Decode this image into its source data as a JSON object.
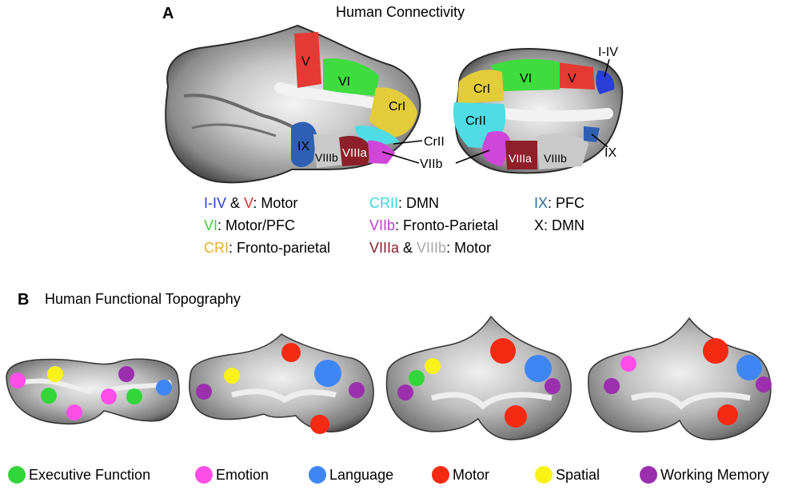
{
  "panel_a": {
    "letter": "A",
    "title": "Human Connectivity",
    "left_labels": {
      "v": "V",
      "vi": "VI",
      "cri": "CrI",
      "crii": "CrII",
      "ix": "IX",
      "viiib": "VIIIb",
      "viiia": "VIIIa",
      "viib": "VIIb"
    },
    "right_labels": {
      "i_iv": "I-IV",
      "cri": "CrI",
      "vi": "VI",
      "v": "V",
      "crii": "CrII",
      "viiia": "VIIIa",
      "viiib": "VIIIb",
      "ix": "IX"
    },
    "legend": {
      "row1": [
        {
          "a": "I-IV",
          "a_color": "#2a3fd6",
          "mid": " & ",
          "b": "V",
          "b_color": "#e0302a",
          "rest": ": Motor"
        },
        {
          "a": "CRII",
          "a_color": "#38d6e0",
          "rest": ": DMN"
        },
        {
          "a": "IX",
          "a_color": "#2a6a9a",
          "rest": ": PFC"
        }
      ],
      "row2": [
        {
          "a": "VI",
          "a_color": "#3ad63a",
          "rest": ": Motor/PFC"
        },
        {
          "a": "VIIb",
          "a_color": "#c23ad0",
          "rest": ": Fronto-Parietal"
        },
        {
          "a": "X",
          "a_color": "#000000",
          "rest": ": DMN"
        }
      ],
      "row3": [
        {
          "a": "CRI",
          "a_color": "#e8b02a",
          "rest": ": Fronto-parietal"
        },
        {
          "a": "VIIIa",
          "a_color": "#8a1f2a",
          "mid": " & ",
          "b": "VIIIb",
          "b_color": "#a8a8a8",
          "rest": ": Motor"
        }
      ]
    }
  },
  "panel_b": {
    "letter": "B",
    "title": "Human Functional Topography",
    "legend": [
      {
        "label": "Executive Function",
        "color": "#33d63a"
      },
      {
        "label": "Emotion",
        "color": "#ff4fe8"
      },
      {
        "label": "Language",
        "color": "#3f86f5"
      },
      {
        "label": "Motor",
        "color": "#f52a12"
      },
      {
        "label": "Spatial",
        "color": "#f8f219"
      },
      {
        "label": "Working Memory",
        "color": "#9b2fae"
      }
    ]
  }
}
